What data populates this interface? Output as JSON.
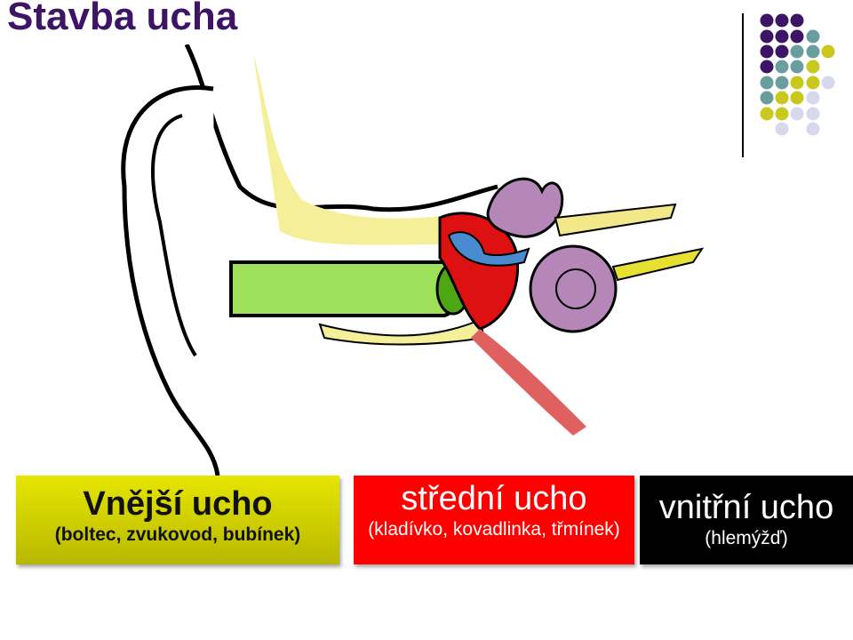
{
  "title": "Stavba ucha",
  "colors": {
    "title": "#3d1466",
    "outer": "#e6e600",
    "middle": "#ff0000",
    "inner": "#000000",
    "purple": "#3d1466",
    "teal": "#6a9e9e",
    "yellow": "#c8c81e",
    "lavender": "#d8d8ec"
  },
  "dot_grid": [
    [
      "P",
      "P",
      "P",
      "",
      ""
    ],
    [
      "P",
      "P",
      "P",
      "T",
      ""
    ],
    [
      "P",
      "P",
      "T",
      "T",
      "Y"
    ],
    [
      "P",
      "T",
      "T",
      "Y",
      ""
    ],
    [
      "T",
      "T",
      "Y",
      "Y",
      "L"
    ],
    [
      "T",
      "Y",
      "Y",
      "L",
      ""
    ],
    [
      "Y",
      "Y",
      "L",
      "L",
      ""
    ],
    [
      "",
      "L",
      "",
      "L",
      ""
    ]
  ],
  "labels": {
    "outer": {
      "main": "Vnější ucho",
      "sub": "(boltec, zvukovod, bubínek)"
    },
    "middle": {
      "main": "střední ucho",
      "sub": "(kladívko, kovadlinka, třmínek)"
    },
    "inner": {
      "main": "vnitřní ucho",
      "sub": "(hlemýžď)"
    }
  }
}
